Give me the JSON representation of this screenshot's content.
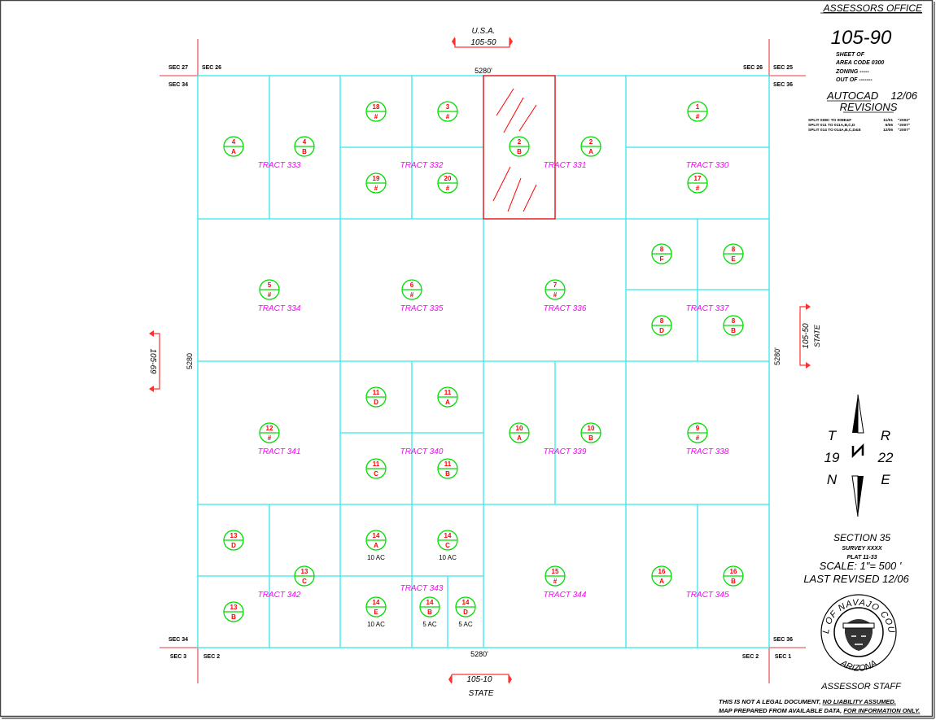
{
  "title_block": {
    "office": "ASSESSORS OFFICE",
    "map_number": "105-90",
    "sheet": "SHEET     OF",
    "area_code": "AREA CODE 0300",
    "zoning": "ZONING -----",
    "out_of": "OUT OF -------",
    "autocad": "AUTOCAD",
    "autocad_date": "12/06",
    "revisions_heading": "REVISIONS",
    "revisions": [
      {
        "text": "SPLIT 008C TO 008E&F",
        "date": "11/01",
        "year": "\"2002\""
      },
      {
        "text": "SPLIT 011 TO 011A,B,C,D",
        "date": "6/06",
        "year": "\"2007\""
      },
      {
        "text": "SPLIT 014 TO 014A,B,C,D&E",
        "date": "12/06",
        "year": "\"2007\""
      }
    ]
  },
  "section_info": {
    "section": "SECTION 35",
    "survey": "SURVEY XXXX",
    "plat": "PLAT  11-33",
    "scale": "SCALE:   1\"=  500 '",
    "last_revised": "LAST REVISED   12/06",
    "staff": "ASSESSOR STAFF"
  },
  "township": {
    "t": "T",
    "t_num": "19",
    "t_dir": "N",
    "r": "R",
    "r_num": "22",
    "r_dir": "E"
  },
  "seal": {
    "top": "SEAL OF NAVAJO COUNTY",
    "bottom": "ARIZONA"
  },
  "disclaimer": {
    "line1_a": "THIS IS NOT A LEGAL DOCUMENT, ",
    "line1_b": "NO LIABILITY ASSUMED.",
    "line2_a": "MAP PREPARED FROM AVAILABLE DATA, ",
    "line2_b": "FOR INFORMATION ONLY."
  },
  "adjacent_maps": {
    "north": {
      "owner": "U.S.A.",
      "map": "105-50"
    },
    "south": {
      "owner": "STATE",
      "map": "105-10"
    },
    "west": {
      "map": "105-69"
    },
    "east": {
      "owner": "STATE",
      "map": "105-50"
    }
  },
  "dimensions": {
    "top": "5280'",
    "bottom": "5280'",
    "left": "5280",
    "right": "5280'"
  },
  "sections": [
    "SEC 27",
    "SEC 26",
    "SEC 34",
    "SEC 26",
    "SEC 25",
    "SEC 36",
    "SEC 34",
    "SEC 3",
    "SEC 2",
    "SEC 36",
    "SEC 2",
    "SEC 1"
  ],
  "tracts": [
    "TRACT   333",
    "TRACT   332",
    "TRACT   331",
    "TRACT   330",
    "TRACT   334",
    "TRACT   335",
    "TRACT   336",
    "TRACT   337",
    "TRACT   341",
    "TRACT   340",
    "TRACT   339",
    "TRACT   338",
    "TRACT   342",
    "TRACT   343",
    "TRACT   344",
    "TRACT   345"
  ],
  "parcels": [
    {
      "num": "4",
      "sub": "A"
    },
    {
      "num": "4",
      "sub": "B"
    },
    {
      "num": "18",
      "sub": "#"
    },
    {
      "num": "3",
      "sub": "#"
    },
    {
      "num": "19",
      "sub": "#"
    },
    {
      "num": "20",
      "sub": "#"
    },
    {
      "num": "2",
      "sub": "B"
    },
    {
      "num": "2",
      "sub": "A"
    },
    {
      "num": "1",
      "sub": "#"
    },
    {
      "num": "17",
      "sub": "#"
    },
    {
      "num": "5",
      "sub": "#"
    },
    {
      "num": "6",
      "sub": "#"
    },
    {
      "num": "7",
      "sub": "#"
    },
    {
      "num": "8",
      "sub": "F"
    },
    {
      "num": "8",
      "sub": "E"
    },
    {
      "num": "8",
      "sub": "D"
    },
    {
      "num": "8",
      "sub": "B"
    },
    {
      "num": "12",
      "sub": "#"
    },
    {
      "num": "11",
      "sub": "D"
    },
    {
      "num": "11",
      "sub": "A"
    },
    {
      "num": "11",
      "sub": "C"
    },
    {
      "num": "11",
      "sub": "B"
    },
    {
      "num": "10",
      "sub": "A"
    },
    {
      "num": "10",
      "sub": "B"
    },
    {
      "num": "9",
      "sub": "#"
    },
    {
      "num": "13",
      "sub": "D"
    },
    {
      "num": "13",
      "sub": "C"
    },
    {
      "num": "13",
      "sub": "B"
    },
    {
      "num": "14",
      "sub": "A",
      "acres": "10 AC"
    },
    {
      "num": "14",
      "sub": "C",
      "acres": "10 AC"
    },
    {
      "num": "14",
      "sub": "E",
      "acres": "10 AC"
    },
    {
      "num": "14",
      "sub": "B",
      "acres": "5 AC"
    },
    {
      "num": "14",
      "sub": "D",
      "acres": "5 AC"
    },
    {
      "num": "15",
      "sub": "#"
    },
    {
      "num": "16",
      "sub": "A"
    },
    {
      "num": "16",
      "sub": "B"
    }
  ],
  "colors": {
    "lines": "#33e8f0",
    "parcel_circle": "#00dd00",
    "parcel_text": "#ff0000",
    "tract_text": "#ff00ff",
    "highlight": "#ff0000"
  }
}
